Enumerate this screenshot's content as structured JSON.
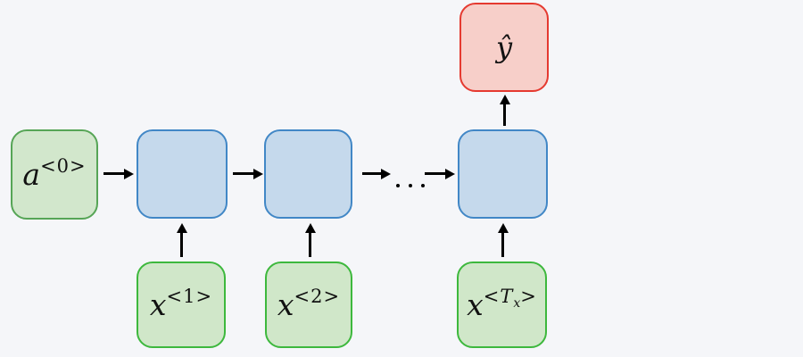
{
  "diagram": {
    "title": "unrolled-rnn-many-to-one",
    "colors": {
      "background": "#f5f6f9",
      "input_fill": "#d0e7c9",
      "input_border": "#3db83d",
      "activation_fill": "#d2e7cc",
      "activation_border": "#56a556",
      "cell_fill": "#c5d9ec",
      "cell_border": "#4187c6",
      "output_fill": "#f7cfc9",
      "output_border": "#e53a30",
      "arrow": "#000000"
    },
    "nodes": {
      "a0": {
        "base": "a",
        "sup": "<0>"
      },
      "x1": {
        "base": "x",
        "sup": "<1>"
      },
      "x2": {
        "base": "x",
        "sup": "<2>"
      },
      "xT": {
        "base": "x",
        "sup_open": "<",
        "sup_T": "T",
        "sub": "x",
        "sup_close": ">"
      },
      "yhat": {
        "label": "ŷ"
      }
    },
    "ellipsis": "...",
    "edges": [
      "a0 -> cell1",
      "cell1 -> cell2",
      "cell2 -> ...",
      "... -> cell_last",
      "x1 -> cell1",
      "x2 -> cell2",
      "xT -> cell_last",
      "cell_last -> yhat"
    ]
  }
}
